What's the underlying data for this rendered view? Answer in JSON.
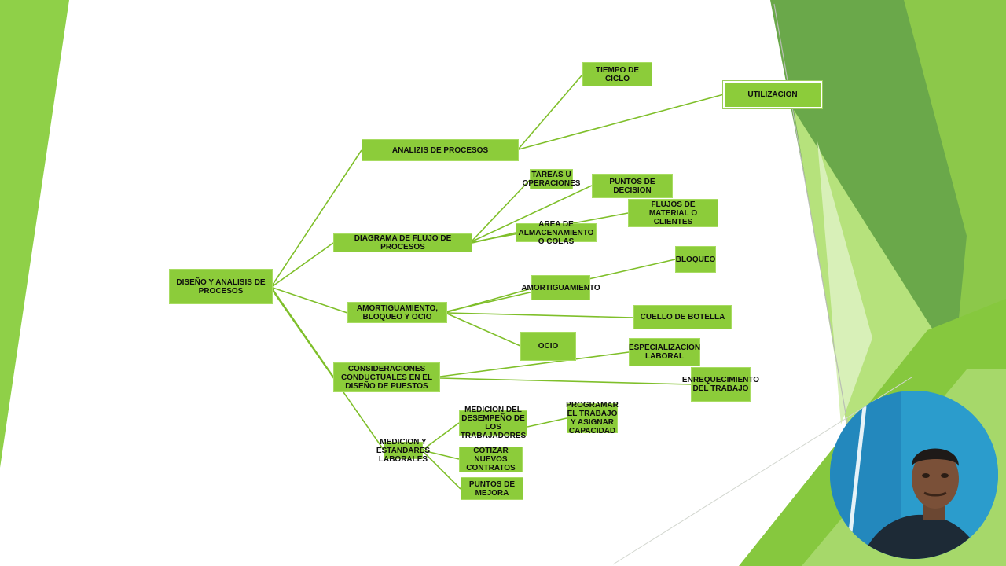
{
  "diagram": {
    "root": "DISEÑO Y ANALISIS DE PROCESOS",
    "branches": {
      "analisis": "ANALIZIS DE PROCESOS",
      "flujo": "DIAGRAMA DE FLUJO DE PROCESOS",
      "amortiguamiento": "AMORTIGUAMIENTO, BLOQUEO Y OCIO",
      "conductuales": "CONSIDERACIONES CONDUCTUALES EN EL DISEÑO DE PUESTOS",
      "medicion": "MEDICION Y ESTANDARES LABORALES"
    },
    "leaves": {
      "tiempo_ciclo": "TIEMPO DE CICLO",
      "utilizacion": "UTILIZACION",
      "tareas": "TAREAS U OPERACIONES",
      "puntos_decision": "PUNTOS DE DECISION",
      "flujos_material": "FLUJOS DE MATERIAL O CLIENTES",
      "area_almacen": "AREA DE ALMACENAMIENTO O COLAS",
      "bloqueo": "BLOQUEO",
      "amortiguamiento_leaf": "AMORTIGUAMIENTO",
      "cuello_botella": "CUELLO DE BOTELLA",
      "ocio": "OCIO",
      "especializacion": "ESPECIALIZACION LABORAL",
      "enriquecimiento": "ENREQUECIMIENTO DEL TRABAJO",
      "medicion_desempeno": "MEDICION DEL DESEMPEÑO DE LOS TRABAJADORES",
      "programar": "PROGRAMAR EL TRABAJO Y ASIGNAR CAPACIDAD",
      "cotizar": "COTIZAR NUEVOS CONTRATOS",
      "puntos_mejora": "PUNTOS DE MEJORA"
    }
  },
  "colors": {
    "node_fill": "#8ccc3a",
    "connector": "#7fbf2a",
    "background": "#ffffff",
    "decor_light": "#92d050",
    "decor_dark": "#5a9a38"
  },
  "webcam": {
    "icon": "presenter-webcam-feed"
  }
}
